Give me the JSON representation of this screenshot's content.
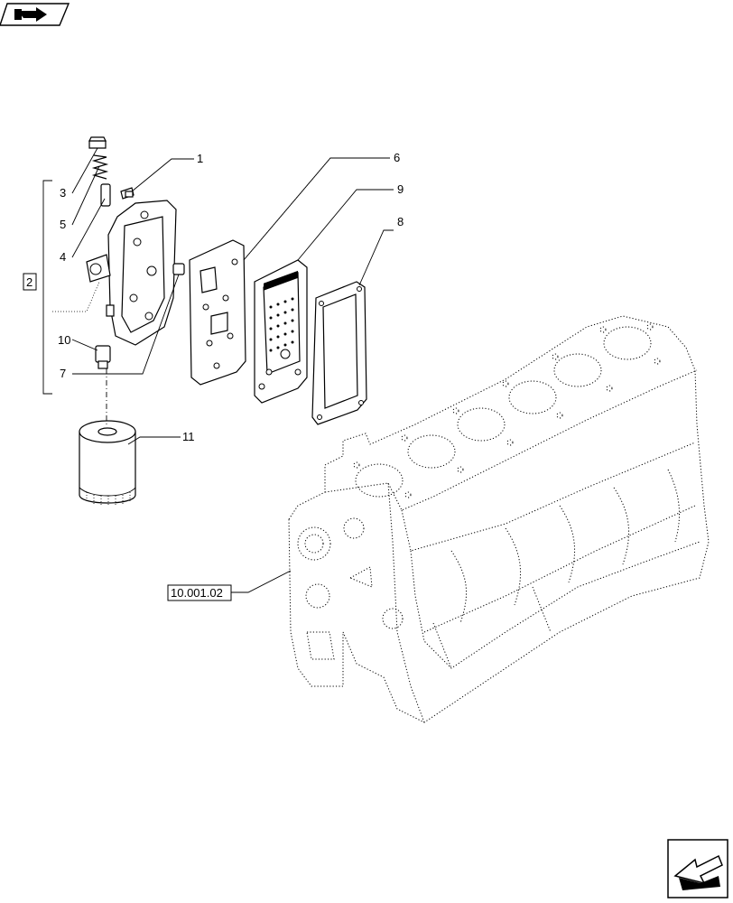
{
  "callouts": [
    {
      "id": "c1",
      "text": "1"
    },
    {
      "id": "c3",
      "text": "3"
    },
    {
      "id": "c4",
      "text": "4"
    },
    {
      "id": "c5",
      "text": "5"
    },
    {
      "id": "c6",
      "text": "6"
    },
    {
      "id": "c7",
      "text": "7"
    },
    {
      "id": "c8",
      "text": "8"
    },
    {
      "id": "c9",
      "text": "9"
    },
    {
      "id": "c10",
      "text": "10"
    },
    {
      "id": "c11",
      "text": "11"
    }
  ],
  "group_box": {
    "text": "2"
  },
  "reference_box": {
    "text": "10.001.02"
  },
  "icons": {
    "top_left": "nav-back-arrow-icon",
    "bottom_right": "nav-next-arrow-icon"
  }
}
